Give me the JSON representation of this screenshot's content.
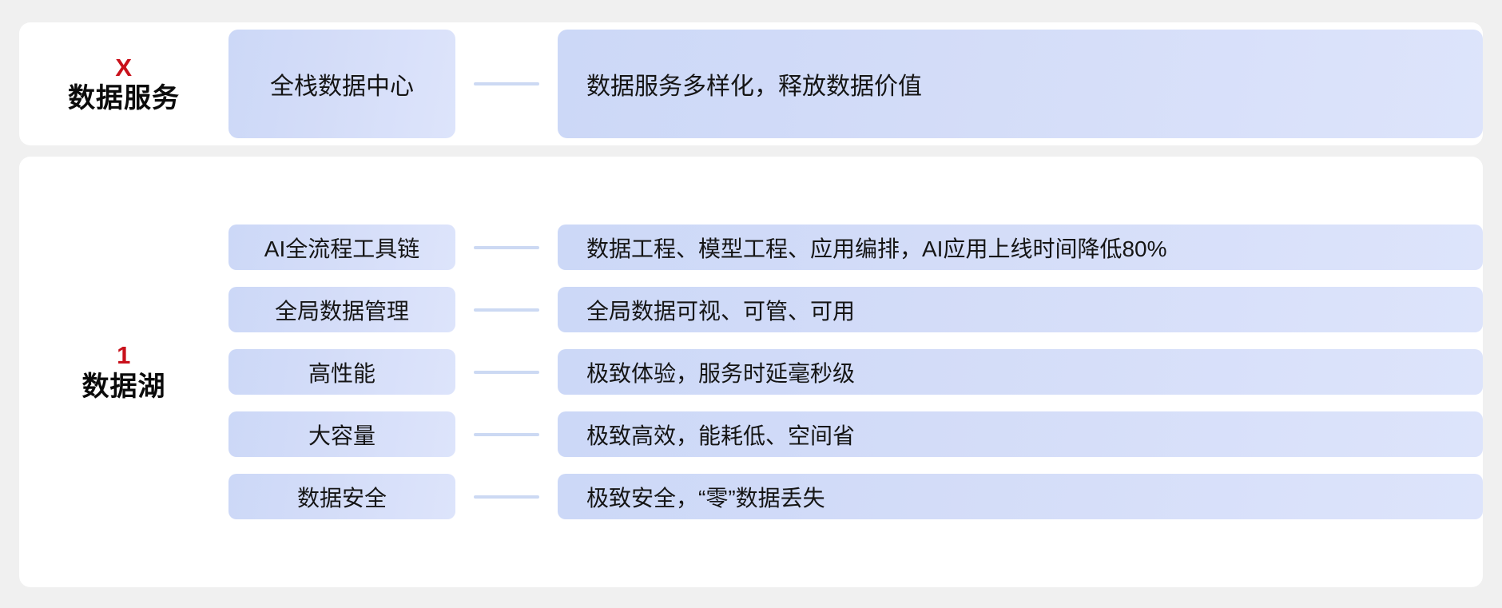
{
  "page": {
    "background_color": "#f0f0f0",
    "card_background": "#ffffff",
    "pill_color": "#d3dcf8",
    "connector_color": "#ccd9f3",
    "index_color": "#c9111b",
    "title_color": "#0b0b0b"
  },
  "cards": [
    {
      "index": "X",
      "title": "数据服务",
      "rows": [
        {
          "name": "全栈数据中心",
          "desc": "数据服务多样化，释放数据价值"
        }
      ]
    },
    {
      "index": "1",
      "title": "数据湖",
      "rows": [
        {
          "name": "AI全流程工具链",
          "desc": "数据工程、模型工程、应用编排，AI应用上线时间降低80%"
        },
        {
          "name": "全局数据管理",
          "desc": "全局数据可视、可管、可用"
        },
        {
          "name": "高性能",
          "desc": "极致体验，服务时延毫秒级"
        },
        {
          "name": "大容量",
          "desc": "极致高效，能耗低、空间省"
        },
        {
          "name": "数据安全",
          "desc": "极致安全，“零”数据丢失"
        }
      ]
    }
  ]
}
